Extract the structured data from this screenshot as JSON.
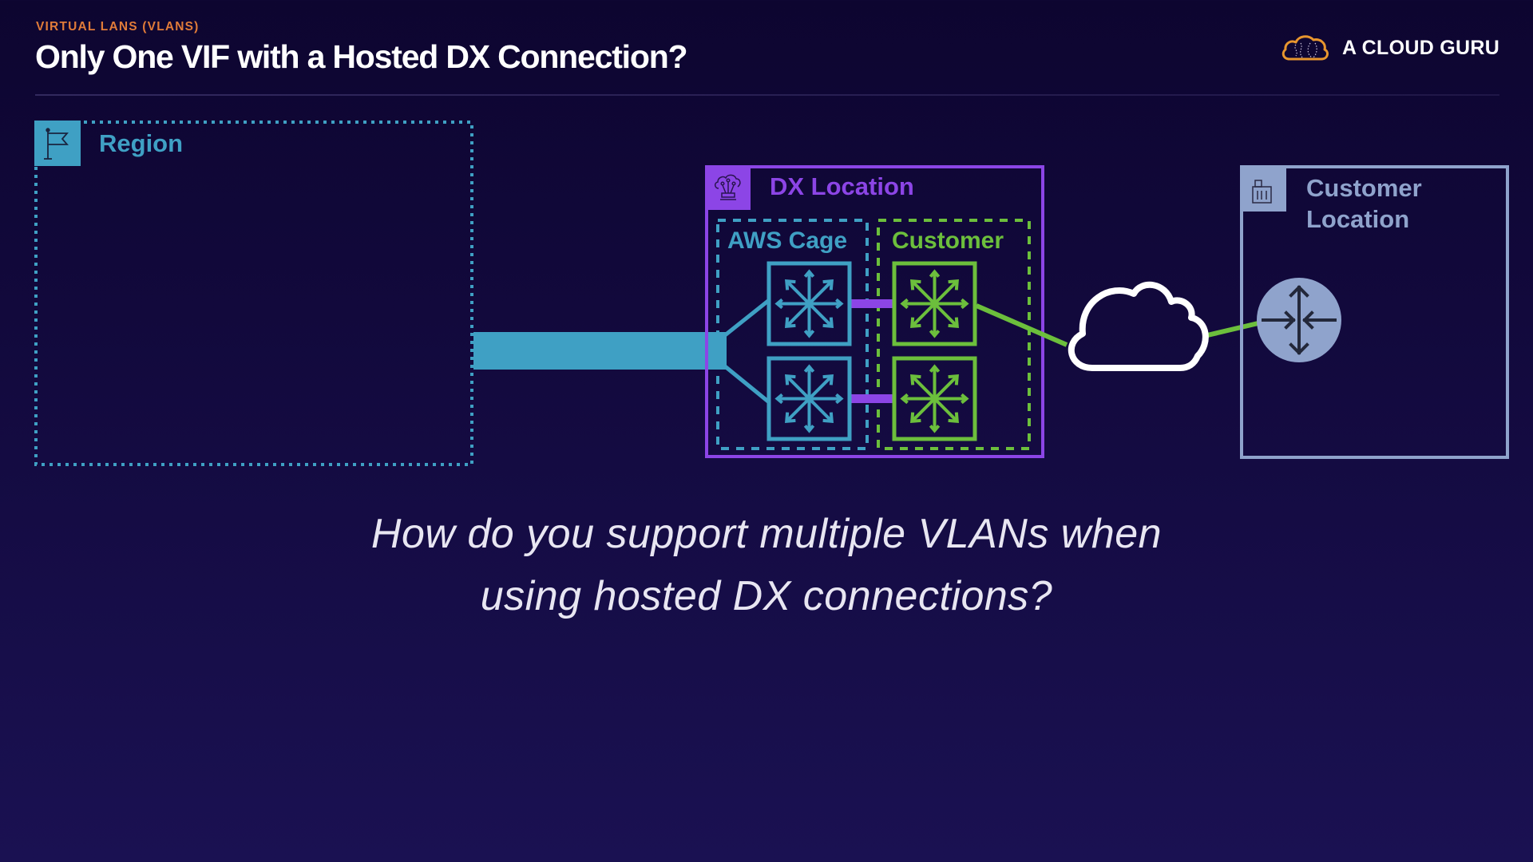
{
  "header": {
    "eyebrow": "VIRTUAL LANS (VLANS)",
    "title": "Only One VIF with a Hosted DX Connection?",
    "brand": "A CLOUD GURU"
  },
  "diagram": {
    "region": {
      "label": "Region",
      "icon": "flag-icon"
    },
    "dx_location": {
      "label": "DX Location",
      "icon": "cloud-network-icon",
      "aws_cage": {
        "label": "AWS Cage",
        "routers": [
          "aws-router-1",
          "aws-router-2"
        ]
      },
      "customer_cage": {
        "label": "Customer",
        "routers": [
          "customer-router-1",
          "customer-router-2"
        ]
      }
    },
    "internet": {
      "icon": "cloud-icon"
    },
    "customer_location": {
      "label_line1": "Customer",
      "label_line2": "Location",
      "icon": "building-icon",
      "router_icon": "router-icon"
    }
  },
  "colors": {
    "accent_orange": "#e07b39",
    "aws_blue": "#3fa0c4",
    "dx_purple": "#8c45e6",
    "customer_green": "#6cbf3c",
    "customer_location_gray": "#8fa3cc"
  },
  "question": {
    "line1": "How do you support multiple VLANs when",
    "line2": "using hosted DX connections?"
  }
}
